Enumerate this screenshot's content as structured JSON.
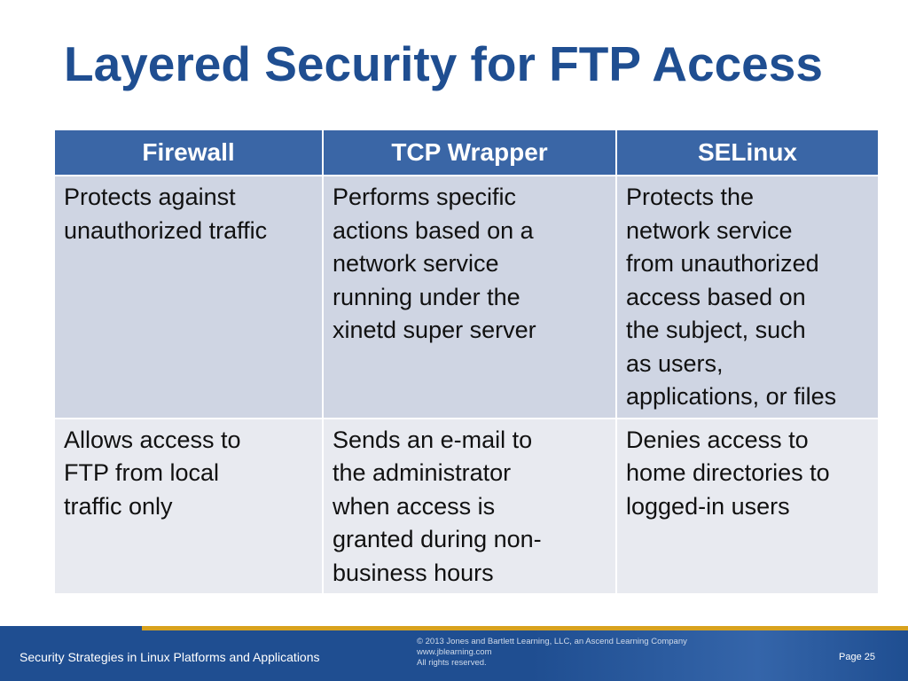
{
  "slide": {
    "title": "Layered Security for FTP Access"
  },
  "table": {
    "headers": [
      "Firewall",
      "TCP Wrapper",
      "SELinux"
    ],
    "rows": [
      [
        "Protects against\nunauthorized traffic",
        "Performs specific\nactions based on a\nnetwork service\nrunning under the\nxinetd super server",
        "Protects the\nnetwork service\nfrom unauthorized\naccess based on\nthe subject, such\nas users,\napplications, or files"
      ],
      [
        "Allows access to\nFTP from local\ntraffic only",
        "Sends an e-mail to\nthe administrator\nwhen access is\ngranted during non-\nbusiness hours",
        "Denies access to\nhome directories to\nlogged-in users"
      ]
    ]
  },
  "footer": {
    "course": "Security Strategies in Linux Platforms and Applications",
    "copyright_lines": [
      "© 2013 Jones and Bartlett Learning, LLC, an Ascend Learning Company",
      "www.jblearning.com",
      "All rights reserved."
    ],
    "page": "Page 25"
  },
  "colors": {
    "title": "#1f4e91",
    "header_bg": "#3a66a6",
    "row_a_bg": "#cfd5e3",
    "row_b_bg": "#e8eaf0",
    "footer_bg": "#1f4e91",
    "footer_accent": "#d8a21e"
  }
}
